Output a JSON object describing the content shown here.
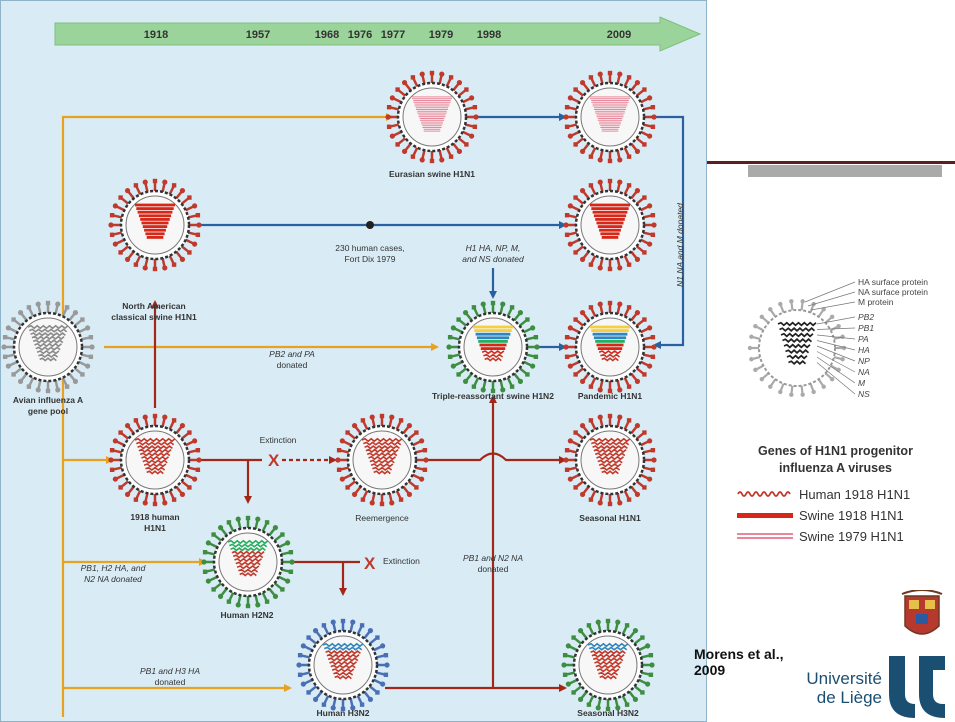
{
  "timeline": {
    "years": [
      "1918",
      "1957",
      "1968",
      "1976",
      "1977",
      "1979",
      "1998",
      "2009"
    ]
  },
  "viruses": [
    {
      "id": "eurasian-1979",
      "label": [
        "Eurasian swine H1N1"
      ],
      "segments": [
        "pink"
      ],
      "outer": "#c0392b"
    },
    {
      "id": "pandemic-top",
      "label": [],
      "segments": [
        "pink"
      ],
      "outer": "#c0392b"
    },
    {
      "id": "na-classical",
      "label": [
        "North American",
        "classical swine H1N1"
      ],
      "segments": [
        "red"
      ],
      "outer": "#c0392b"
    },
    {
      "id": "swine-2009",
      "label": [],
      "segments": [
        "red"
      ],
      "outer": "#c0392b"
    },
    {
      "id": "avian",
      "label": [
        "Avian influenza A",
        "gene pool"
      ],
      "segments": [
        "grey"
      ],
      "outer": "#999999"
    },
    {
      "id": "triple",
      "label": [
        "Triple-reassortant swine H1N2"
      ],
      "segments": [
        "mixed"
      ],
      "outer": "#3e8e41"
    },
    {
      "id": "pandemic",
      "label": [
        "Pandemic H1N1"
      ],
      "segments": [
        "mixed"
      ],
      "outer": "#c0392b"
    },
    {
      "id": "human-1918",
      "label": [
        "1918 human",
        "H1N1"
      ],
      "segments": [
        "wavy"
      ],
      "outer": "#c0392b"
    },
    {
      "id": "reemergence",
      "label": [
        "Reemergence"
      ],
      "segments": [
        "wavy"
      ],
      "outer": "#c0392b"
    },
    {
      "id": "seasonal-h1n1",
      "label": [
        "Seasonal H1N1"
      ],
      "segments": [
        "wavy"
      ],
      "outer": "#c0392b"
    },
    {
      "id": "h2n2",
      "label": [
        "Human H2N2"
      ],
      "segments": [
        "wavy-green"
      ],
      "outer": "#3e8e41"
    },
    {
      "id": "h3n2",
      "label": [
        "Human H3N2"
      ],
      "segments": [
        "wavy-blue"
      ],
      "outer": "#4a6fb5"
    },
    {
      "id": "seasonal-h3n2",
      "label": [
        "Seasonal H3N2"
      ],
      "segments": [
        "wavy-blue"
      ],
      "outer": "#3e8e41"
    }
  ],
  "annotations": {
    "fortdix": [
      "230 human cases,",
      "Fort Dix 1979"
    ],
    "h1donated": [
      "H1 HA, NP, M,",
      "and NS donated"
    ],
    "n1donated": "N1 NA and M donated",
    "pb2pa": [
      "PB2 and PA",
      "donated"
    ],
    "extinction1": "Extinction",
    "extinction2": "Extinction",
    "pb1h2": [
      "PB1, H2 HA, and",
      "N2 NA donated"
    ],
    "pb1n2": [
      "PB1 and N2 NA",
      "donated"
    ],
    "pb1h3": [
      "PB1 and H3 HA",
      "donated"
    ]
  },
  "gene_diagram": {
    "labels": [
      "HA surface protein",
      "NA surface protein",
      "M protein",
      "PB2",
      "PB1",
      "PA",
      "HA",
      "NP",
      "NA",
      "M",
      "NS"
    ]
  },
  "legend": {
    "title": [
      "Genes of H1N1 progenitor",
      "influenza A viruses"
    ],
    "items": [
      {
        "label": "Human 1918 H1N1",
        "style": "wavy",
        "color": "#c0392b"
      },
      {
        "label": "Swine 1918 H1N1",
        "style": "solid",
        "color": "#d62718"
      },
      {
        "label": "Swine 1979 H1N1",
        "style": "double",
        "color": "#e8879a"
      }
    ]
  },
  "credit": {
    "line1": "Morens et al.,",
    "line2": "2009"
  },
  "university": {
    "line1": "Université",
    "line2": "de Liège"
  },
  "colors": {
    "panel_bg": "#d9ecf6",
    "timeline": "#9bd49a",
    "orange_arrow": "#e8a21f",
    "blue_arrow": "#2a5fa0",
    "red_arrow": "#a32617"
  }
}
